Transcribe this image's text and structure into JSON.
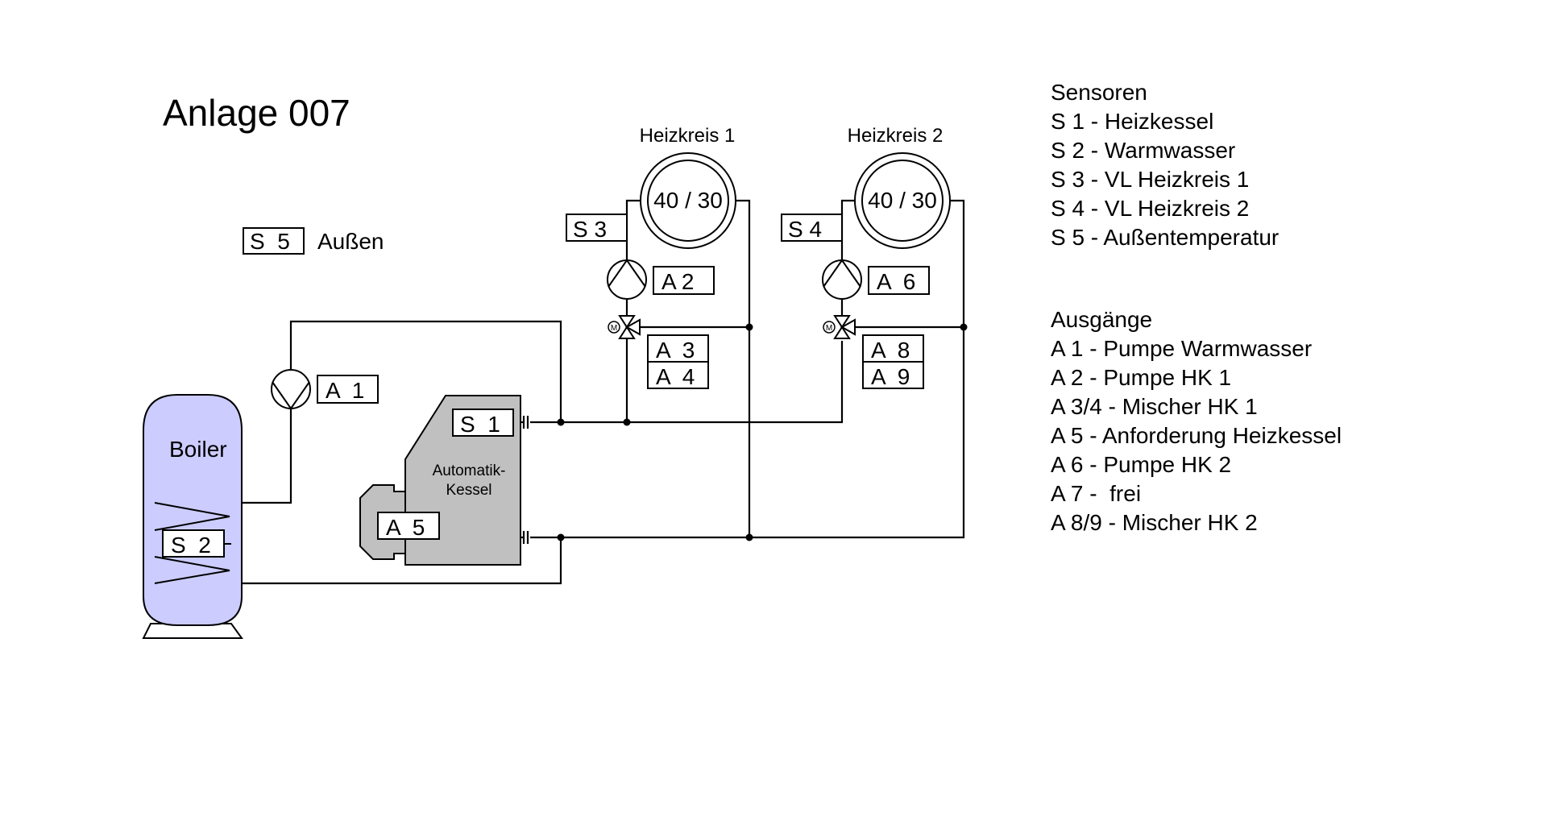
{
  "title": "Anlage 007",
  "colors": {
    "boiler_fill": "#ccccff",
    "kessel_fill": "#c0c0c0",
    "line": "#000000",
    "background": "#ffffff"
  },
  "diagram": {
    "outdoor": {
      "sensor": "S  5",
      "label": "Außen"
    },
    "boiler": {
      "label": "Boiler",
      "sensor": "S  2"
    },
    "dhw_pump": {
      "output": "A  1"
    },
    "kessel": {
      "label_line1": "Automatik-",
      "label_line2": "Kessel",
      "sensor": "S  1",
      "output": "A  5"
    },
    "circuits": [
      {
        "title": "Heizkreis 1",
        "temps": "40 / 30",
        "sensor": "S 3",
        "pump_output": "A 2",
        "mixer_output_1": "A  3",
        "mixer_output_2": "A  4"
      },
      {
        "title": "Heizkreis 2",
        "temps": "40 / 30",
        "sensor": "S 4",
        "pump_output": "A  6",
        "mixer_output_1": "A  8",
        "mixer_output_2": "A  9"
      }
    ]
  },
  "legend": {
    "sensors_heading": "Sensoren",
    "sensors": [
      "S 1 - Heizkessel",
      "S 2 - Warmwasser",
      "S 3 - VL Heizkreis 1",
      "S 4 - VL Heizkreis 2",
      "S 5 - Außentemperatur"
    ],
    "outputs_heading": "Ausgänge",
    "outputs": [
      "A 1 - Pumpe Warmwasser",
      "A 2 - Pumpe HK 1",
      "A 3/4 - Mischer HK 1",
      "A 5 - Anforderung Heizkessel",
      "A 6 - Pumpe HK 2",
      "A 7 -  frei",
      "A 8/9 - Mischer HK 2"
    ]
  }
}
